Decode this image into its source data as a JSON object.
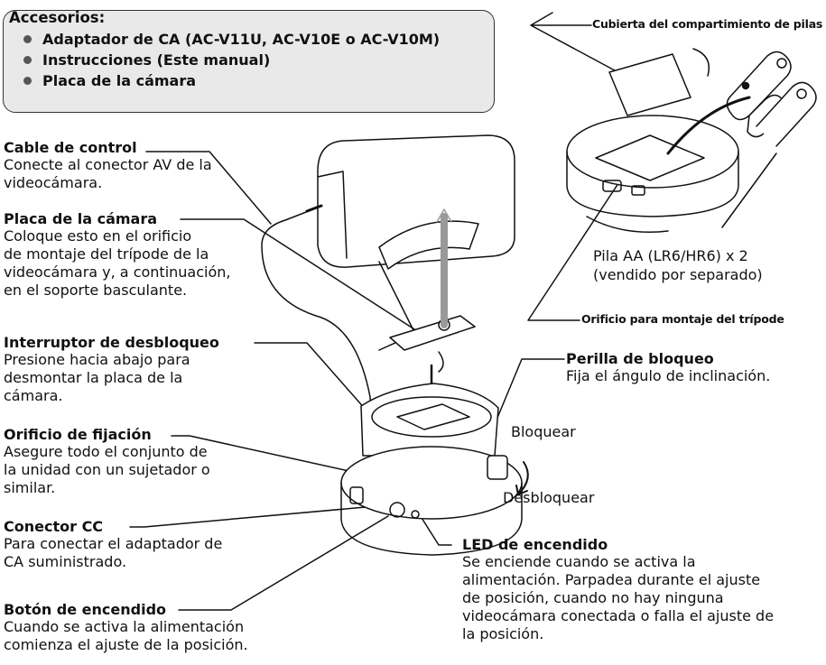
{
  "accessories": {
    "title": "Accesorios:",
    "items": [
      "Adaptador de CA (AC-V11U, AC-V10E o AC-V10M)",
      "Instrucciones (Este manual)",
      "Placa de la cámara"
    ]
  },
  "callouts": {
    "control_cable": {
      "heading": "Cable de control",
      "desc": [
        "Conecte al conector AV de la",
        "videocámara."
      ]
    },
    "camera_plate": {
      "heading": "Placa de la cámara",
      "desc": [
        "Coloque esto en el orificio",
        "de montaje del trípode de la",
        "videocámara y, a continuación,",
        "en el soporte basculante."
      ]
    },
    "release_switch": {
      "heading": "Interruptor de desbloqueo",
      "desc": [
        "Presione hacia abajo para",
        "desmontar la placa de la",
        "cámara."
      ]
    },
    "fixing_hole": {
      "heading": "Orificio de fijación",
      "desc": [
        "Asegure todo el conjunto de",
        "la unidad con un sujetador o",
        "similar."
      ]
    },
    "dc_connector": {
      "heading": "Conector CC",
      "desc": [
        "Para conectar el adaptador de",
        "CA suministrado."
      ]
    },
    "power_button": {
      "heading": "Botón de encendido",
      "desc": [
        "Cuando se activa la alimentación",
        "comienza el ajuste de la posición."
      ]
    },
    "battery_cover": {
      "heading": "Cubierta del compartimiento de pilas"
    },
    "battery": {
      "desc": [
        "Pila AA (LR6/HR6) x 2",
        "(vendido por separado)"
      ]
    },
    "tripod_hole": {
      "heading": "Orificio para montaje del trípode"
    },
    "lock_knob": {
      "heading": "Perilla de bloqueo",
      "desc": [
        "Fija el ángulo de inclinación."
      ]
    },
    "lock_label": "Bloquear",
    "unlock_label": "Desbloquear",
    "power_led": {
      "heading": "LED de encendido",
      "desc": [
        "Se enciende cuando se activa la",
        "alimentación. Parpadea durante el ajuste",
        "de posición, cuando no hay ninguna",
        "videocámara conectada o falla el ajuste de",
        "la posición."
      ]
    }
  },
  "colors": {
    "box_bg": "#e9e9e9",
    "line": "#111111",
    "arrow_gray": "#999999"
  }
}
